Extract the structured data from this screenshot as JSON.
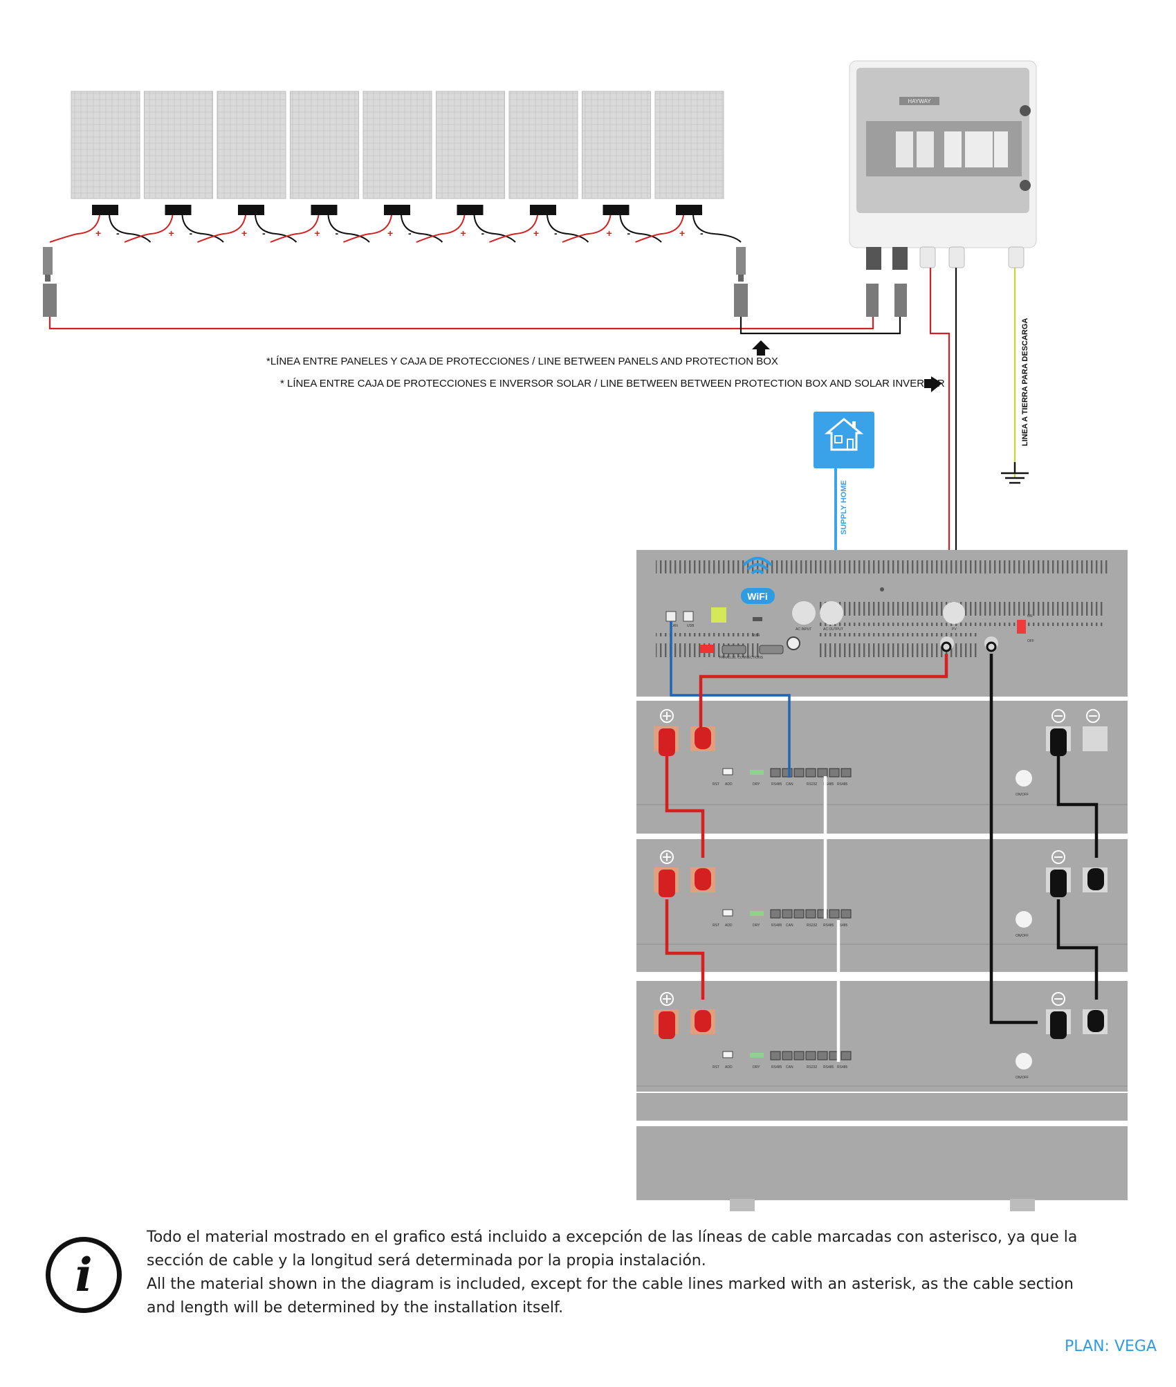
{
  "diagram": {
    "panel_count": 9,
    "polarity": {
      "plus": "+",
      "minus": "-"
    },
    "notes": {
      "line_panels_box": "*LÍNEA ENTRE PANELES Y CAJA DE PROTECCIONES / LINE BETWEEN  PANELS AND PROTECTION BOX",
      "line_box_inverter": "* LÍNEA ENTRE CAJA DE PROTECCIONES E INVERSOR SOLAR / LINE BETWEEN  BETWEEN PROTECTION BOX AND SOLAR INVERTER",
      "ground_line": "LINEA A TIERRA PARA DESCARGA",
      "supply_home": "SUPPLY HOME"
    },
    "protection_box_brand": "HAYWAY",
    "inverter": {
      "wifi_text": "WiFi",
      "port_labels": [
        "LAN",
        "USB",
        "WIFI",
        "PARALLEL CONNECTIONS",
        "AC INPUT",
        "AC OUTPUT",
        "PV",
        "ON",
        "OFF"
      ]
    },
    "battery": {
      "module_count": 3,
      "port_labels": [
        "RST",
        "ADD",
        "DRY",
        "RS485",
        "CAN",
        "RS232",
        "RS485",
        "RS485"
      ],
      "switch_label": "ON/OFF"
    },
    "colors": {
      "positive": "#d42020",
      "negative": "#111111",
      "comm": "#1f66b5",
      "home": "#3aa2e8",
      "ground": "#c8d630",
      "cabinet": "#a9a9a9"
    }
  },
  "info": {
    "line1": "Todo el material mostrado en el grafico está incluido a excepción de las líneas de cable marcadas con asterisco, ya que la",
    "line2": "sección de cable y la longitud será determinada por la propia instalación.",
    "line3": "All the material shown in the diagram is included, except for the cable lines marked with an asterisk, as the cable section",
    "line4": "and length will be determined by the installation itself."
  },
  "plan_label": "PLAN: VEGA"
}
